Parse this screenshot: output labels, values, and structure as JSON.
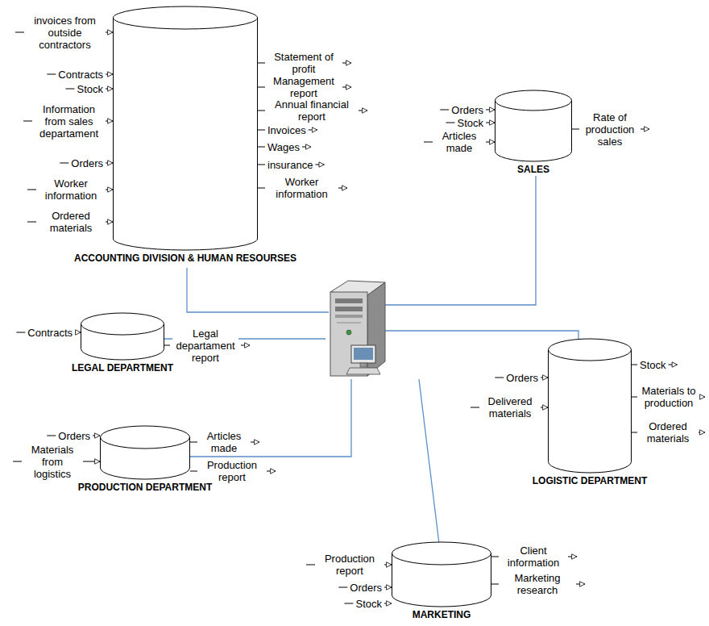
{
  "diagram": {
    "nodes": [
      {
        "text": [
          "ACCOUNTING DIVISION & HUMAN RESOURSES"
        ]
      },
      {
        "text": [
          "SALES"
        ]
      },
      {
        "text": [
          "LEGAL DEPARTMENT"
        ]
      },
      {
        "text": [
          "PRODUCTION DEPARTMENT"
        ]
      },
      {
        "text": [
          "LOGISTIC DEPARTMENT"
        ]
      },
      {
        "text": [
          "MARKETING"
        ]
      }
    ],
    "labels": [
      "invoices from outside contractors",
      "Contracts",
      "Stock",
      "Information from sales departament",
      "Orders",
      "Worker information",
      "Ordered materials",
      "Statement of profit",
      "Management report",
      "Annual financial report",
      "Invoices",
      "Wages",
      "insurance",
      "Worker information",
      "Orders",
      "Stock",
      "Articles made",
      "Rate of production sales",
      "Contracts",
      "Legal departament report",
      "Orders",
      "Materials from logistics",
      "Articles made",
      "Production report",
      "Orders",
      "Delivered materials",
      "Stock",
      "Materials to production",
      "Ordered materials",
      "Production report",
      "Orders",
      "Stock",
      "Client information",
      "Marketing research"
    ]
  }
}
